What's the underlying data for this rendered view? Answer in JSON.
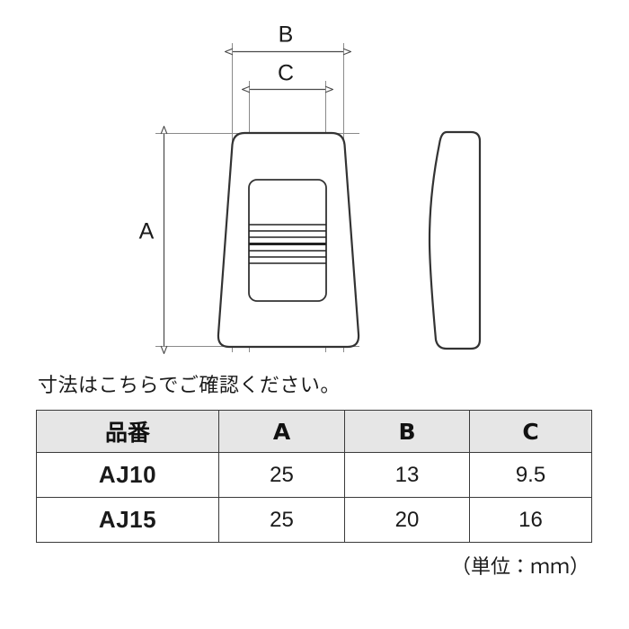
{
  "drawing": {
    "dimension_labels": {
      "a": "A",
      "b": "B",
      "c": "C"
    },
    "views": {
      "front_view_name": "front-view",
      "side_view_name": "side-profile-view"
    },
    "line_color": "#4a4a4a",
    "outline_color": "#333333"
  },
  "caption": "寸法はこちらでご確認ください。",
  "table": {
    "headers": [
      "品番",
      "A",
      "B",
      "C"
    ],
    "rows": [
      {
        "model": "AJ10",
        "a": "25",
        "b": "13",
        "c": "9.5"
      },
      {
        "model": "AJ15",
        "a": "25",
        "b": "20",
        "c": "16"
      }
    ]
  },
  "unit_note": "（単位：ｍｍ）"
}
